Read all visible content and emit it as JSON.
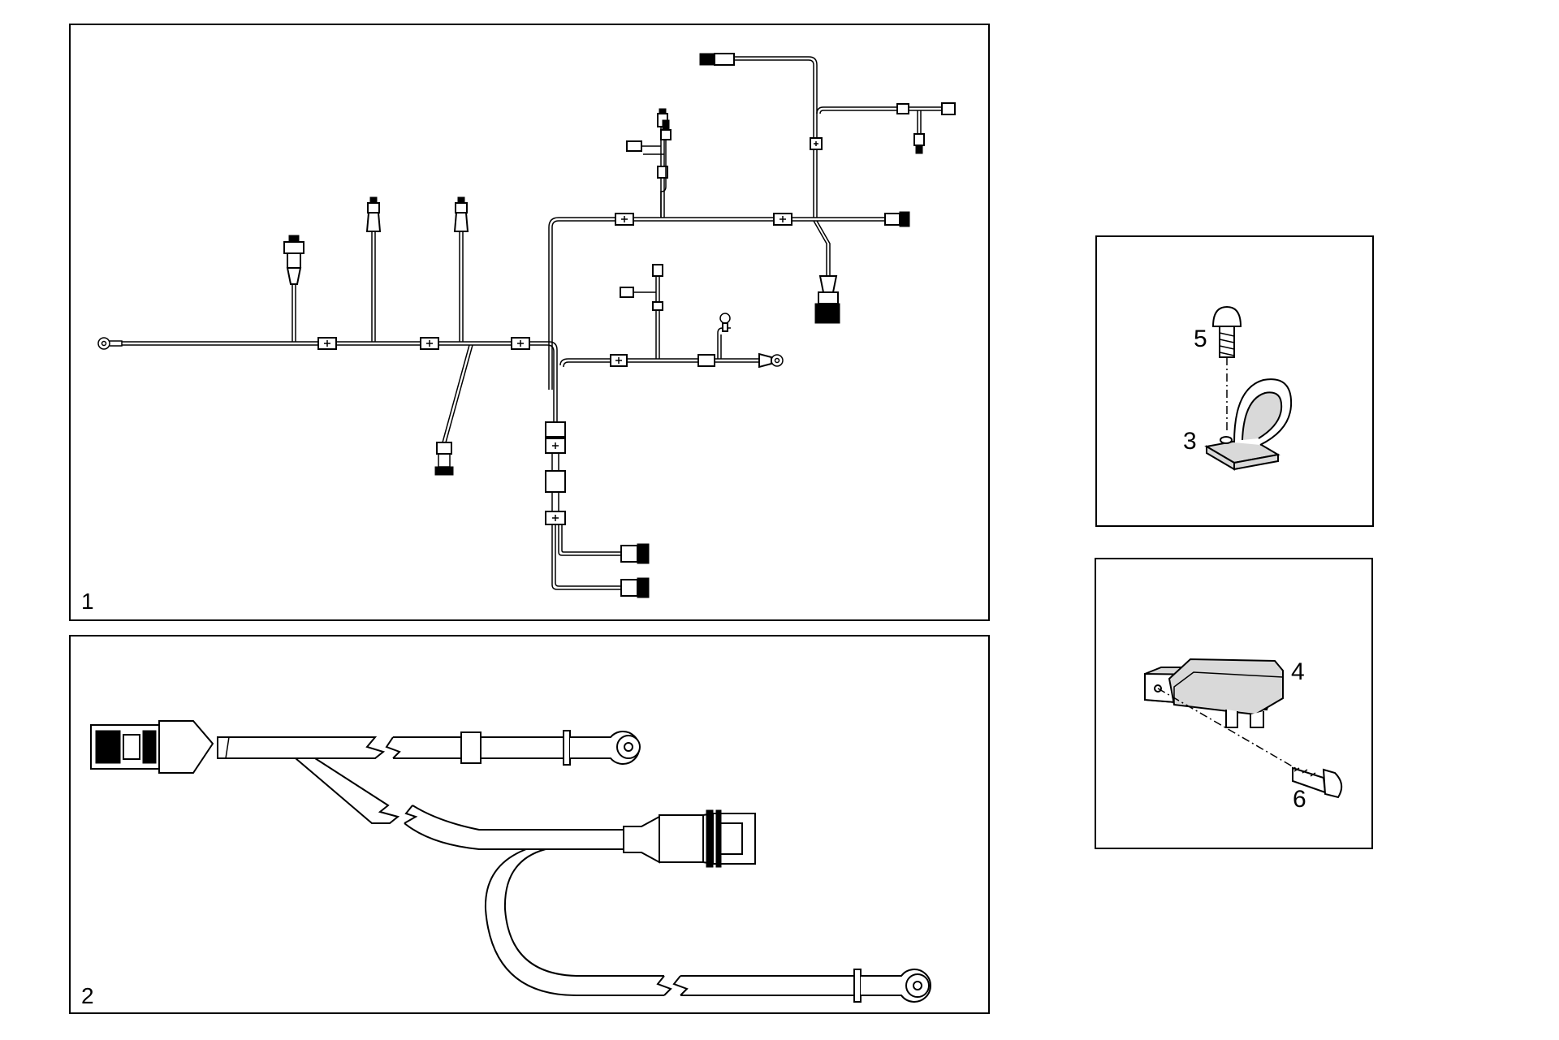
{
  "panels": [
    {
      "id": "1",
      "label": "1",
      "description_hidden": true
    },
    {
      "id": "2",
      "label": "2"
    }
  ],
  "callouts": {
    "screw_upper": "5",
    "clamp": "3",
    "module": "4",
    "screw_lower": "6"
  },
  "colors": {
    "line": "#000000",
    "background": "#ffffff",
    "shade": "#d9d9d9"
  }
}
